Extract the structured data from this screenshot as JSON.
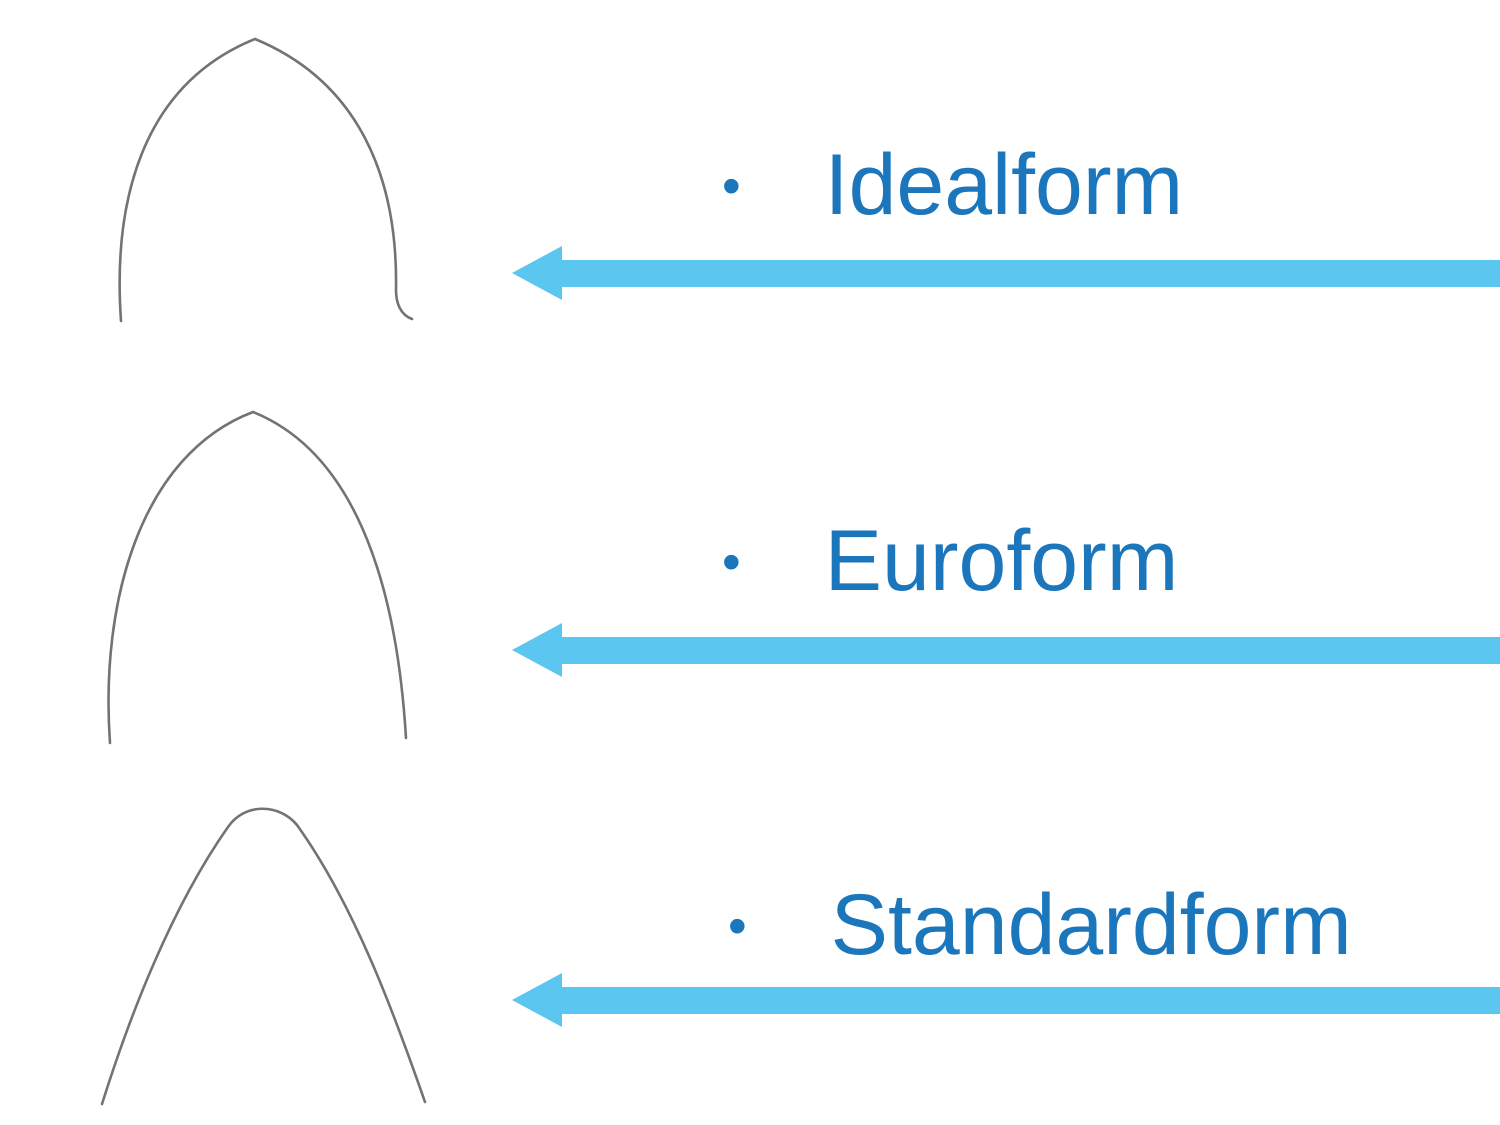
{
  "bullet": "•",
  "items": [
    {
      "label": "Idealform"
    },
    {
      "label": "Euroform"
    },
    {
      "label": "Standardform"
    }
  ],
  "colors": {
    "label": "#1b76bc",
    "arrow": "#5bc6ef",
    "wire": "#737373"
  }
}
